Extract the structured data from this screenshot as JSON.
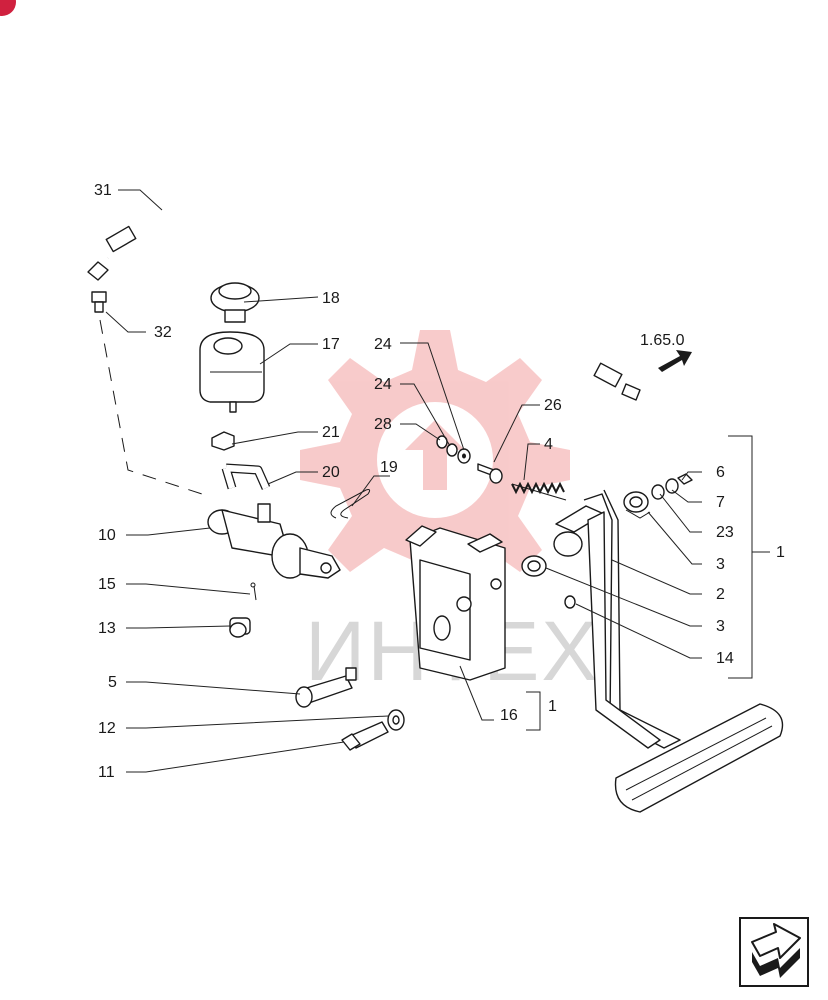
{
  "watermark": {
    "text": "ИНТЕХ",
    "color": "#f2a0a0"
  },
  "corner_badge": {
    "color": "#d0213f"
  },
  "reference": {
    "label": "1.65.0"
  },
  "callouts": [
    {
      "id": "c31",
      "label": "31"
    },
    {
      "id": "c32",
      "label": "32"
    },
    {
      "id": "c18",
      "label": "18"
    },
    {
      "id": "c17",
      "label": "17"
    },
    {
      "id": "c24a",
      "label": "24"
    },
    {
      "id": "c24b",
      "label": "24"
    },
    {
      "id": "c28",
      "label": "28"
    },
    {
      "id": "c26",
      "label": "26"
    },
    {
      "id": "c4",
      "label": "4"
    },
    {
      "id": "c21",
      "label": "21"
    },
    {
      "id": "c20",
      "label": "20"
    },
    {
      "id": "c19",
      "label": "19"
    },
    {
      "id": "c10",
      "label": "10"
    },
    {
      "id": "c15",
      "label": "15"
    },
    {
      "id": "c13",
      "label": "13"
    },
    {
      "id": "c5",
      "label": "5"
    },
    {
      "id": "c12",
      "label": "12"
    },
    {
      "id": "c11",
      "label": "11"
    },
    {
      "id": "c16",
      "label": "16"
    },
    {
      "id": "c16g",
      "label": "1"
    },
    {
      "id": "c6",
      "label": "6"
    },
    {
      "id": "c7",
      "label": "7"
    },
    {
      "id": "c23",
      "label": "23"
    },
    {
      "id": "c3a",
      "label": "3"
    },
    {
      "id": "c2",
      "label": "2"
    },
    {
      "id": "c3b",
      "label": "3"
    },
    {
      "id": "c14",
      "label": "14"
    },
    {
      "id": "c1",
      "label": "1"
    }
  ],
  "nav_button": {
    "icon": "next-page-arrow-icon"
  }
}
